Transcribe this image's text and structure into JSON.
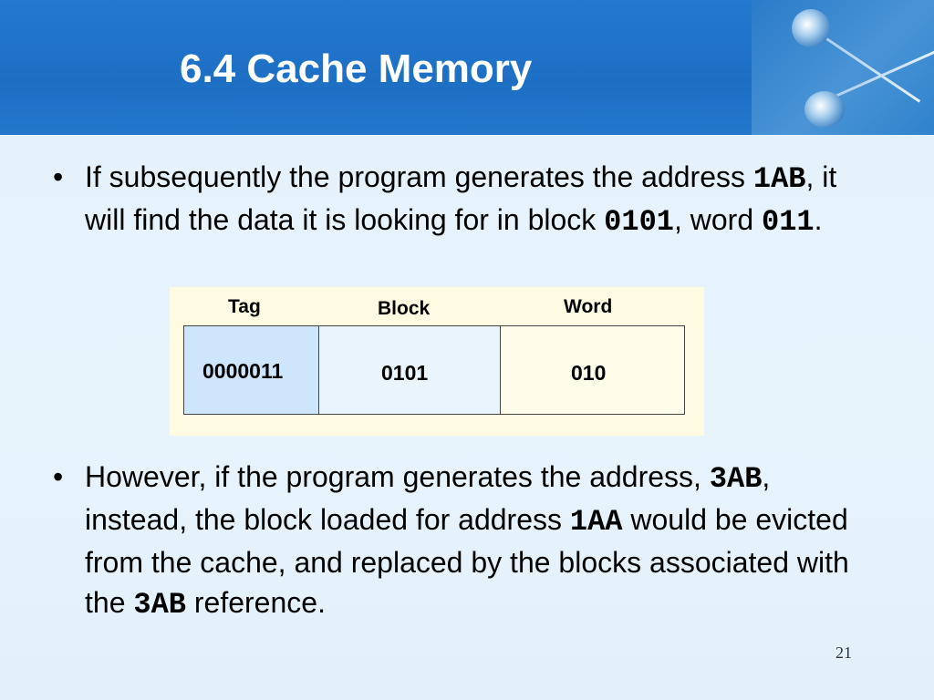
{
  "slide": {
    "title": "6.4 Cache Memory",
    "page_number": "21"
  },
  "bullets": [
    {
      "marker": "•",
      "segments": [
        {
          "text": "If subsequently the program generates the address ",
          "code": false
        },
        {
          "text": "1AB",
          "code": true
        },
        {
          "text": ", it will find the data it is looking for in block ",
          "code": false
        },
        {
          "text": "0101",
          "code": true
        },
        {
          "text": ", word ",
          "code": false
        },
        {
          "text": "011",
          "code": true
        },
        {
          "text": ".",
          "code": false
        }
      ]
    },
    {
      "marker": "•",
      "segments": [
        {
          "text": "However, if the program generates the address, ",
          "code": false
        },
        {
          "text": "3AB",
          "code": true
        },
        {
          "text": ", instead, the block loaded for address ",
          "code": false
        },
        {
          "text": "1AA",
          "code": true
        },
        {
          "text": " would be evicted from the cache, and replaced by the blocks associated with the ",
          "code": false
        },
        {
          "text": "3AB",
          "code": true
        },
        {
          "text": " reference.",
          "code": false
        }
      ]
    }
  ],
  "diagram": {
    "labels": {
      "tag": "Tag",
      "block": "Block",
      "word": "Word"
    },
    "values": {
      "tag": "0000011",
      "block": "0101",
      "word": "010"
    },
    "colors": {
      "background": "#fffbe3",
      "tag_fill": "#cde6fb",
      "block_fill": "#e9f4fc",
      "word_fill": "#fffce9"
    }
  }
}
